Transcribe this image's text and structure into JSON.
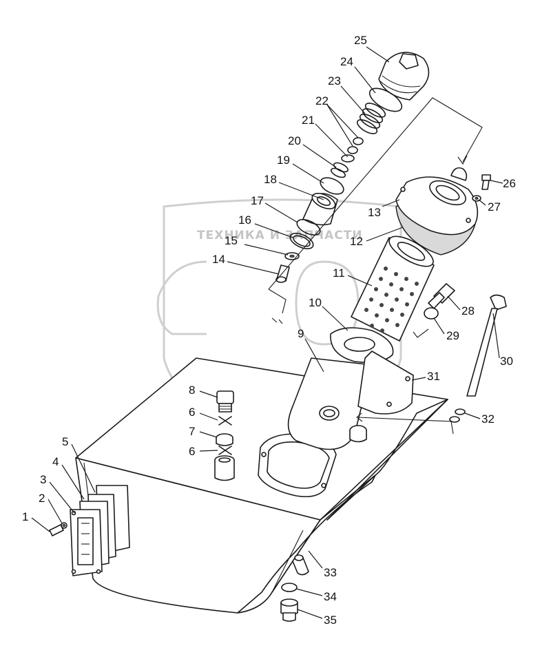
{
  "watermark": {
    "text": "ТЕХНИКА И ЗАПЧАСТИ"
  },
  "callouts": [
    {
      "id": "c1",
      "label": "1"
    },
    {
      "id": "c2",
      "label": "2"
    },
    {
      "id": "c3",
      "label": "3"
    },
    {
      "id": "c4",
      "label": "4"
    },
    {
      "id": "c5",
      "label": "5"
    },
    {
      "id": "c6a",
      "label": "6"
    },
    {
      "id": "c6b",
      "label": "6"
    },
    {
      "id": "c7",
      "label": "7"
    },
    {
      "id": "c8",
      "label": "8"
    },
    {
      "id": "c9",
      "label": "9"
    },
    {
      "id": "c10",
      "label": "10"
    },
    {
      "id": "c11",
      "label": "11"
    },
    {
      "id": "c12",
      "label": "12"
    },
    {
      "id": "c13",
      "label": "13"
    },
    {
      "id": "c14",
      "label": "14"
    },
    {
      "id": "c15",
      "label": "15"
    },
    {
      "id": "c16",
      "label": "16"
    },
    {
      "id": "c17",
      "label": "17"
    },
    {
      "id": "c18",
      "label": "18"
    },
    {
      "id": "c19",
      "label": "19"
    },
    {
      "id": "c20",
      "label": "20"
    },
    {
      "id": "c21",
      "label": "21"
    },
    {
      "id": "c22",
      "label": "22"
    },
    {
      "id": "c23",
      "label": "23"
    },
    {
      "id": "c24",
      "label": "24"
    },
    {
      "id": "c25",
      "label": "25"
    },
    {
      "id": "c26",
      "label": "26"
    },
    {
      "id": "c27",
      "label": "27"
    },
    {
      "id": "c28",
      "label": "28"
    },
    {
      "id": "c29",
      "label": "29"
    },
    {
      "id": "c30",
      "label": "30"
    },
    {
      "id": "c31",
      "label": "31"
    },
    {
      "id": "c32",
      "label": "32"
    },
    {
      "id": "c33",
      "label": "33"
    },
    {
      "id": "c34",
      "label": "34"
    },
    {
      "id": "c35",
      "label": "35"
    }
  ]
}
